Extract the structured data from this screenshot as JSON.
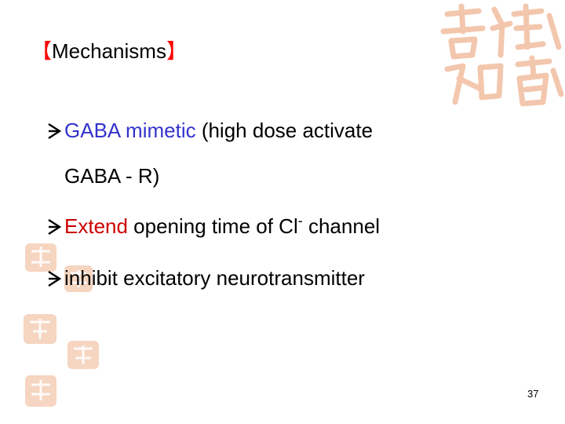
{
  "title": {
    "bracket_open": "【",
    "text": "Mechanisms",
    "bracket_close": "】"
  },
  "bullets": [
    {
      "icon": "arrow-bullet-icon",
      "mimetic": "GABA mimetic",
      "rest": " (high dose activate",
      "continuation": "GABA - R)"
    },
    {
      "icon": "arrow-bullet-icon",
      "extend": "Extend",
      "rest": " opening time of Cl",
      "superscript": "-",
      "tail": " channel"
    },
    {
      "icon": "arrow-bullet-icon",
      "text": "inhibit excitatory neurotransmitter"
    }
  ],
  "page_number": "37",
  "colors": {
    "bracket": "#ff0000",
    "accent_red": "#cc0000",
    "accent_blue": "#3333cc",
    "deco": "#f3c7ad"
  }
}
